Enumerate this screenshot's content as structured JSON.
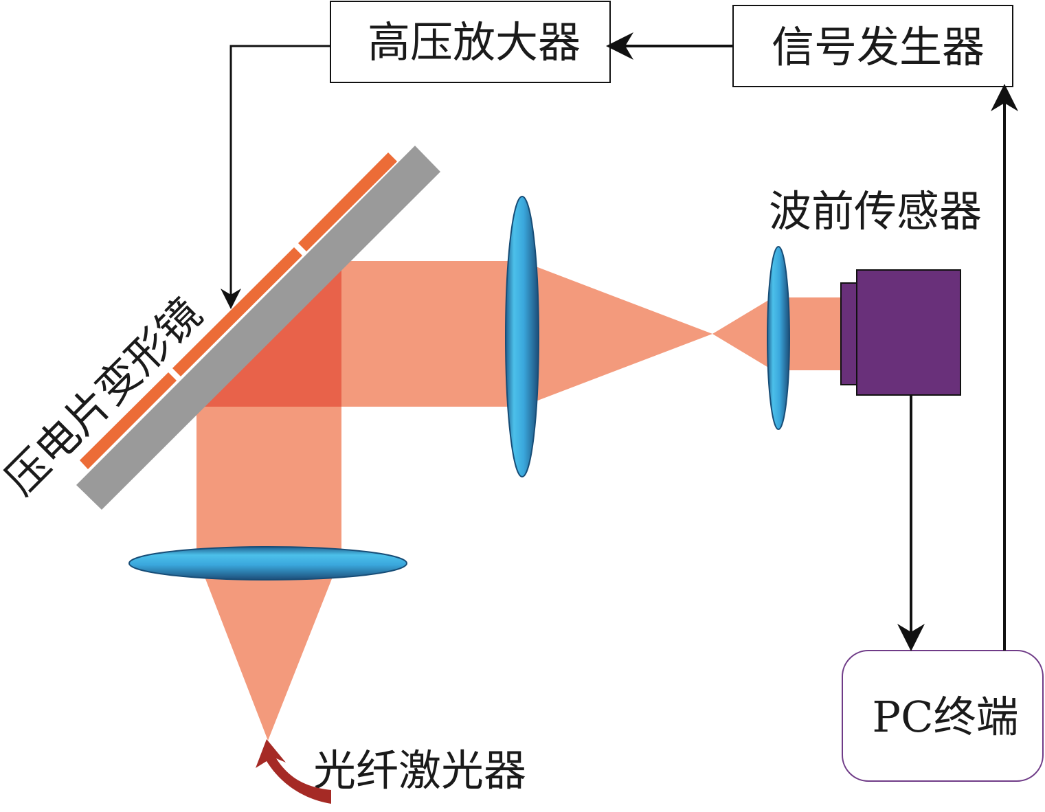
{
  "diagram": {
    "title": "",
    "labels": {
      "amplifier": "高压放大器",
      "signal_generator": "信号发生器",
      "deformable_mirror": "压电片变形镜",
      "wavefront_sensor": "波前传感器",
      "pc_terminal": "PC终端",
      "fiber_laser": "光纤激光器"
    },
    "colors": {
      "beam": "#f39a7c",
      "beam_overlap": "#e8624a",
      "lens": "#3aa7dc",
      "lens_edge": "#1f5f8f",
      "piezo": "#ec6c37",
      "mirror": "#9a9a9a",
      "sensor": "#69307a",
      "pc_border": "#6f3b87",
      "laser_arrow": "#a52a25",
      "line": "#111111"
    },
    "icons": {
      "amplifier": "box",
      "signal_generator": "box",
      "deformable_mirror": "mirror-with-piezo-strips",
      "wavefront_sensor": "camera-block",
      "pc_terminal": "rounded-box",
      "fiber_laser": "curved-arrow-icon",
      "lenses": "lens-icon"
    }
  }
}
